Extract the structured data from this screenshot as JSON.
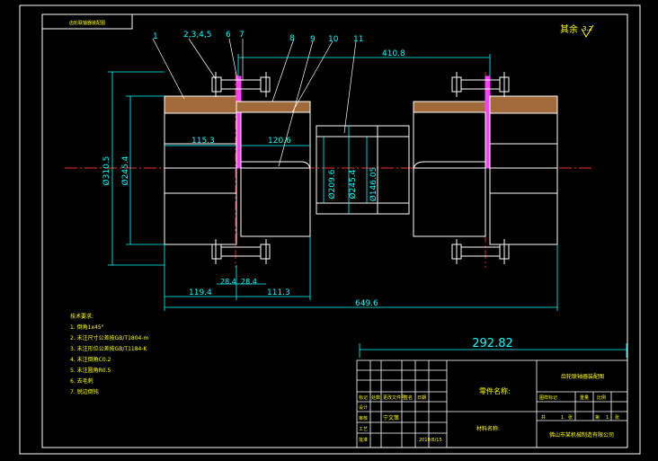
{
  "header_tab": "齿轮联轴器装配图",
  "roughness_note": "其余",
  "roughness_value": "3.2",
  "part_callouts": [
    "1",
    "2,3,4,5",
    "6",
    "7",
    "8",
    "9",
    "10",
    "11"
  ],
  "dimensions": {
    "d_410_8": "410.8",
    "d_115_3": "115.3",
    "d_120_6": "120.6",
    "d_310_5": "Ø310.5",
    "d_245_4": "Ø245.4",
    "d_209_6": "Ø209.6",
    "d_245_4b": "Ø245.4",
    "d_146_05": "Ø146.05",
    "d_28_4a": "28.4",
    "d_28_4b": "28.4",
    "d_119_4": "119.4",
    "d_111_3": "111.3",
    "d_649_6": "649.6",
    "d_292_82": "292.82"
  },
  "notes": {
    "title": "技术要求:",
    "items": [
      "1. 倒角1x45°",
      "2. 未注尺寸公差按GB/T1804-m",
      "3. 未注形位公差按GB/T1184-K",
      "4. 未注倒角C0.2",
      "5. 未注圆角R0.5",
      "6. 去毛刺",
      "7. 锐边倒钝"
    ]
  },
  "title_block": {
    "part_name_label": "零件名称:",
    "material_label": "材料名称:",
    "drawing_title": "齿轮联轴器装配图",
    "company": "佛山市某机械制造有限公司",
    "header_cells": [
      "标记",
      "处数",
      "更改文件号",
      "签名",
      "日期"
    ],
    "row_labels": [
      "设计",
      "审核",
      "工艺",
      "批准"
    ],
    "designer": "宁文策",
    "date": "2019/6/15",
    "right_headers": [
      "图样标记",
      "重量",
      "比例"
    ],
    "sheet_cells": [
      "共",
      "1",
      "张",
      "第",
      "1",
      "张"
    ]
  }
}
